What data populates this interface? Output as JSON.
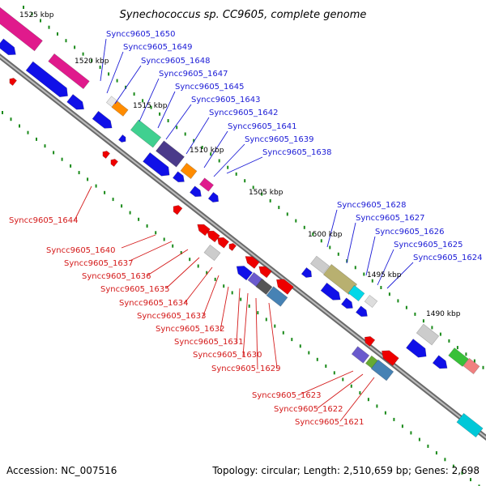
{
  "title": "Synechococcus sp. CC9605, complete genome",
  "footer": {
    "accession": "Accession: NC_007516",
    "summary": "Topology: circular; Length: 2,510,659 bp; Genes: 2,698"
  },
  "colors": {
    "forward_label": "#1b1bd6",
    "reverse_label": "#d41a1a",
    "forward_arrow": "#1010e8",
    "reverse_arrow": "#ee0000",
    "backbone": "#666666",
    "ticks": "#1a8a1a"
  },
  "scale_labels": [
    "1525 kbp",
    "1520 kbp",
    "1515 kbp",
    "1510 kbp",
    "1505 kbp",
    "1500 kbp",
    "1495 kbp",
    "1490 kbp"
  ],
  "forward_genes": [
    "Syncc9605_1650",
    "Syncc9605_1649",
    "Syncc9605_1648",
    "Syncc9605_1647",
    "Syncc9605_1645",
    "Syncc9605_1643",
    "Syncc9605_1642",
    "Syncc9605_1641",
    "Syncc9605_1639",
    "Syncc9605_1638",
    "Syncc9605_1628",
    "Syncc9605_1627",
    "Syncc9605_1626",
    "Syncc9605_1625",
    "Syncc9605_1624"
  ],
  "reverse_genes": [
    "Syncc9605_1644",
    "Syncc9605_1640",
    "Syncc9605_1637",
    "Syncc9605_1636",
    "Syncc9605_1635",
    "Syncc9605_1634",
    "Syncc9605_1633",
    "Syncc9605_1632",
    "Syncc9605_1631",
    "Syncc9605_1630",
    "Syncc9605_1629",
    "Syncc9605_1623",
    "Syncc9605_1622",
    "Syncc9605_1621"
  ]
}
